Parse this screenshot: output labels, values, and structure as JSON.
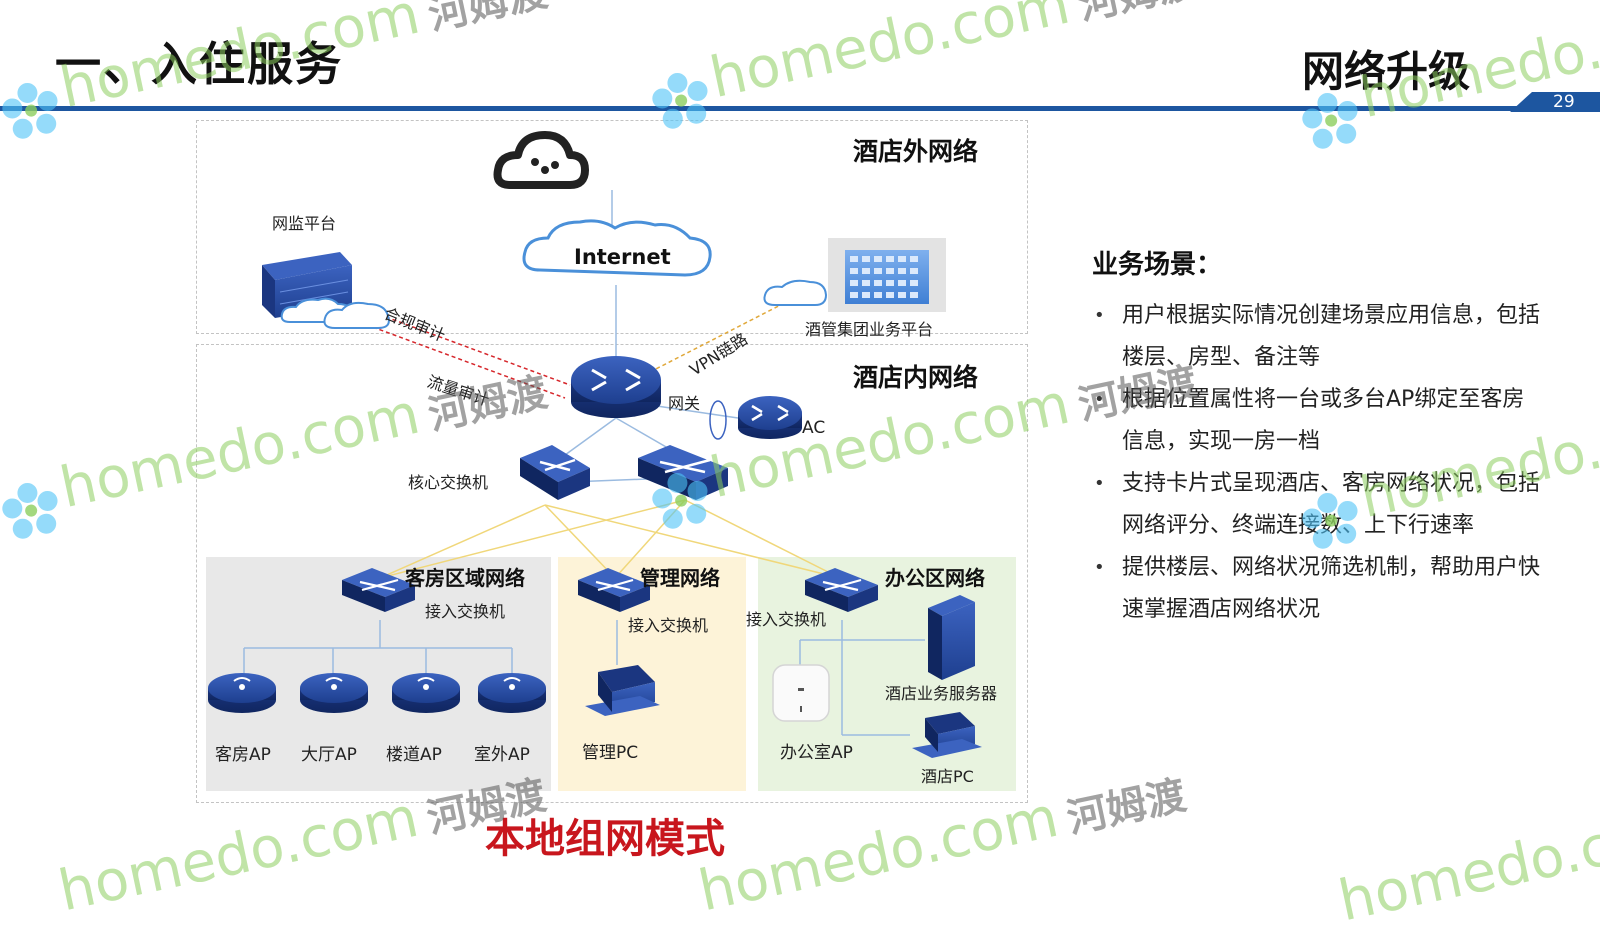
{
  "header": {
    "title": "一、入住服务",
    "section_title": "网络升级",
    "page_number": "29"
  },
  "diagram": {
    "outer_network_label": "酒店外网络",
    "inner_network_label": "酒店内网络",
    "internet_label": "Internet",
    "monitoring_platform_label": "网监平台",
    "compliance_audit_label": "合规审计",
    "traffic_audit_label": "流量审计",
    "vpn_link_label": "VPN链路",
    "hotel_group_platform_label": "酒管集团业务平台",
    "gateway_label": "网关",
    "ac_label": "AC",
    "core_switch_label": "核心交换机",
    "guest_zone_label": "客房区域网络",
    "mgmt_zone_label": "管理网络",
    "office_zone_label": "办公区网络",
    "access_switch_label_1": "接入交换机",
    "access_switch_label_2": "接入交换机",
    "access_switch_label_3": "接入交换机",
    "guest_ap_labels": [
      "客房AP",
      "大厅AP",
      "楼道AP",
      "室外AP"
    ],
    "mgmt_pc_label": "管理PC",
    "office_ap_label": "办公室AP",
    "hotel_server_label": "酒店业务服务器",
    "hotel_pc_label": "酒店PC",
    "footer_title": "本地组网模式",
    "colors": {
      "device_blue": "#1e3f8f",
      "audit_red": "#d6262b",
      "vpn_orange": "#e0a83a",
      "link_yellow": "#f0d77a",
      "accent_red": "#c8161d"
    }
  },
  "business": {
    "heading": "业务场景：",
    "items": [
      "用户根据实际情况创建场景应用信息，包括楼层、房型、备注等",
      "根据位置属性将一台或多台AP绑定至客房信息，实现一房一档",
      "支持卡片式呈现酒店、客房网络状况，包括网络评分、终端连接数、上下行速率",
      "提供楼层、网络状况筛选机制，帮助用户快速掌握酒店网络状况"
    ]
  },
  "watermark": {
    "latin": "homedo.com",
    "cn": "河姆渡"
  }
}
